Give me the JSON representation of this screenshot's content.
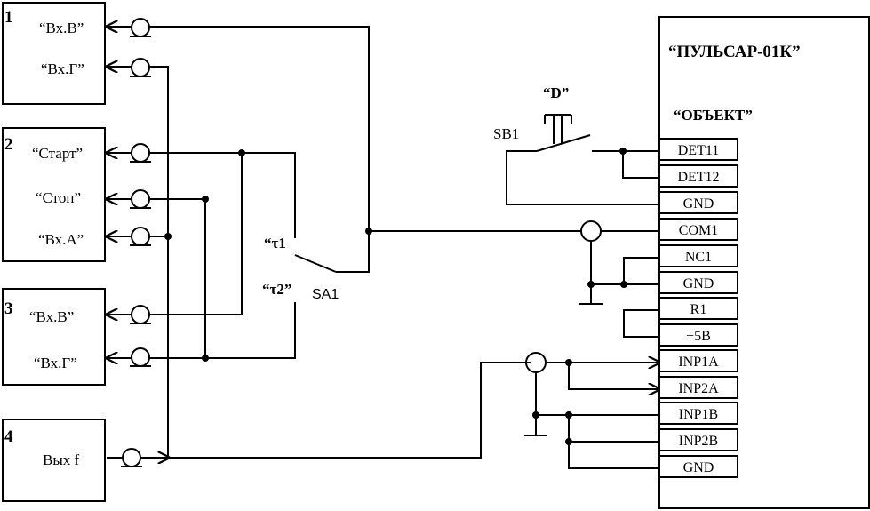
{
  "blocks": [
    {
      "number": "1",
      "inputs": [
        "“Вх.В”",
        "“Вх.Г”"
      ]
    },
    {
      "number": "2",
      "inputs": [
        "“Старт”",
        "“Стоп”",
        "“Вх.А”"
      ]
    },
    {
      "number": "3",
      "inputs": [
        "“Вх.В”",
        "“Вх.Г”"
      ]
    },
    {
      "number": "4",
      "inputs": [
        "Вых f"
      ]
    }
  ],
  "switch_sa1": {
    "label": "SA1",
    "pos1": "“τ1",
    "pos2": "“τ2”"
  },
  "button_sb1": {
    "label": "SB1",
    "name": "“D”"
  },
  "device": {
    "title": "“ПУЛЬСАР-01К”",
    "subtitle": "“ОБЪЕКТ”",
    "pins": [
      "DET11",
      "DET12",
      "GND",
      "COM1",
      "NC1",
      "GND",
      "R1",
      "+5В",
      "INP1A",
      "INP2A",
      "INP1B",
      "INP2B",
      "GND"
    ]
  }
}
